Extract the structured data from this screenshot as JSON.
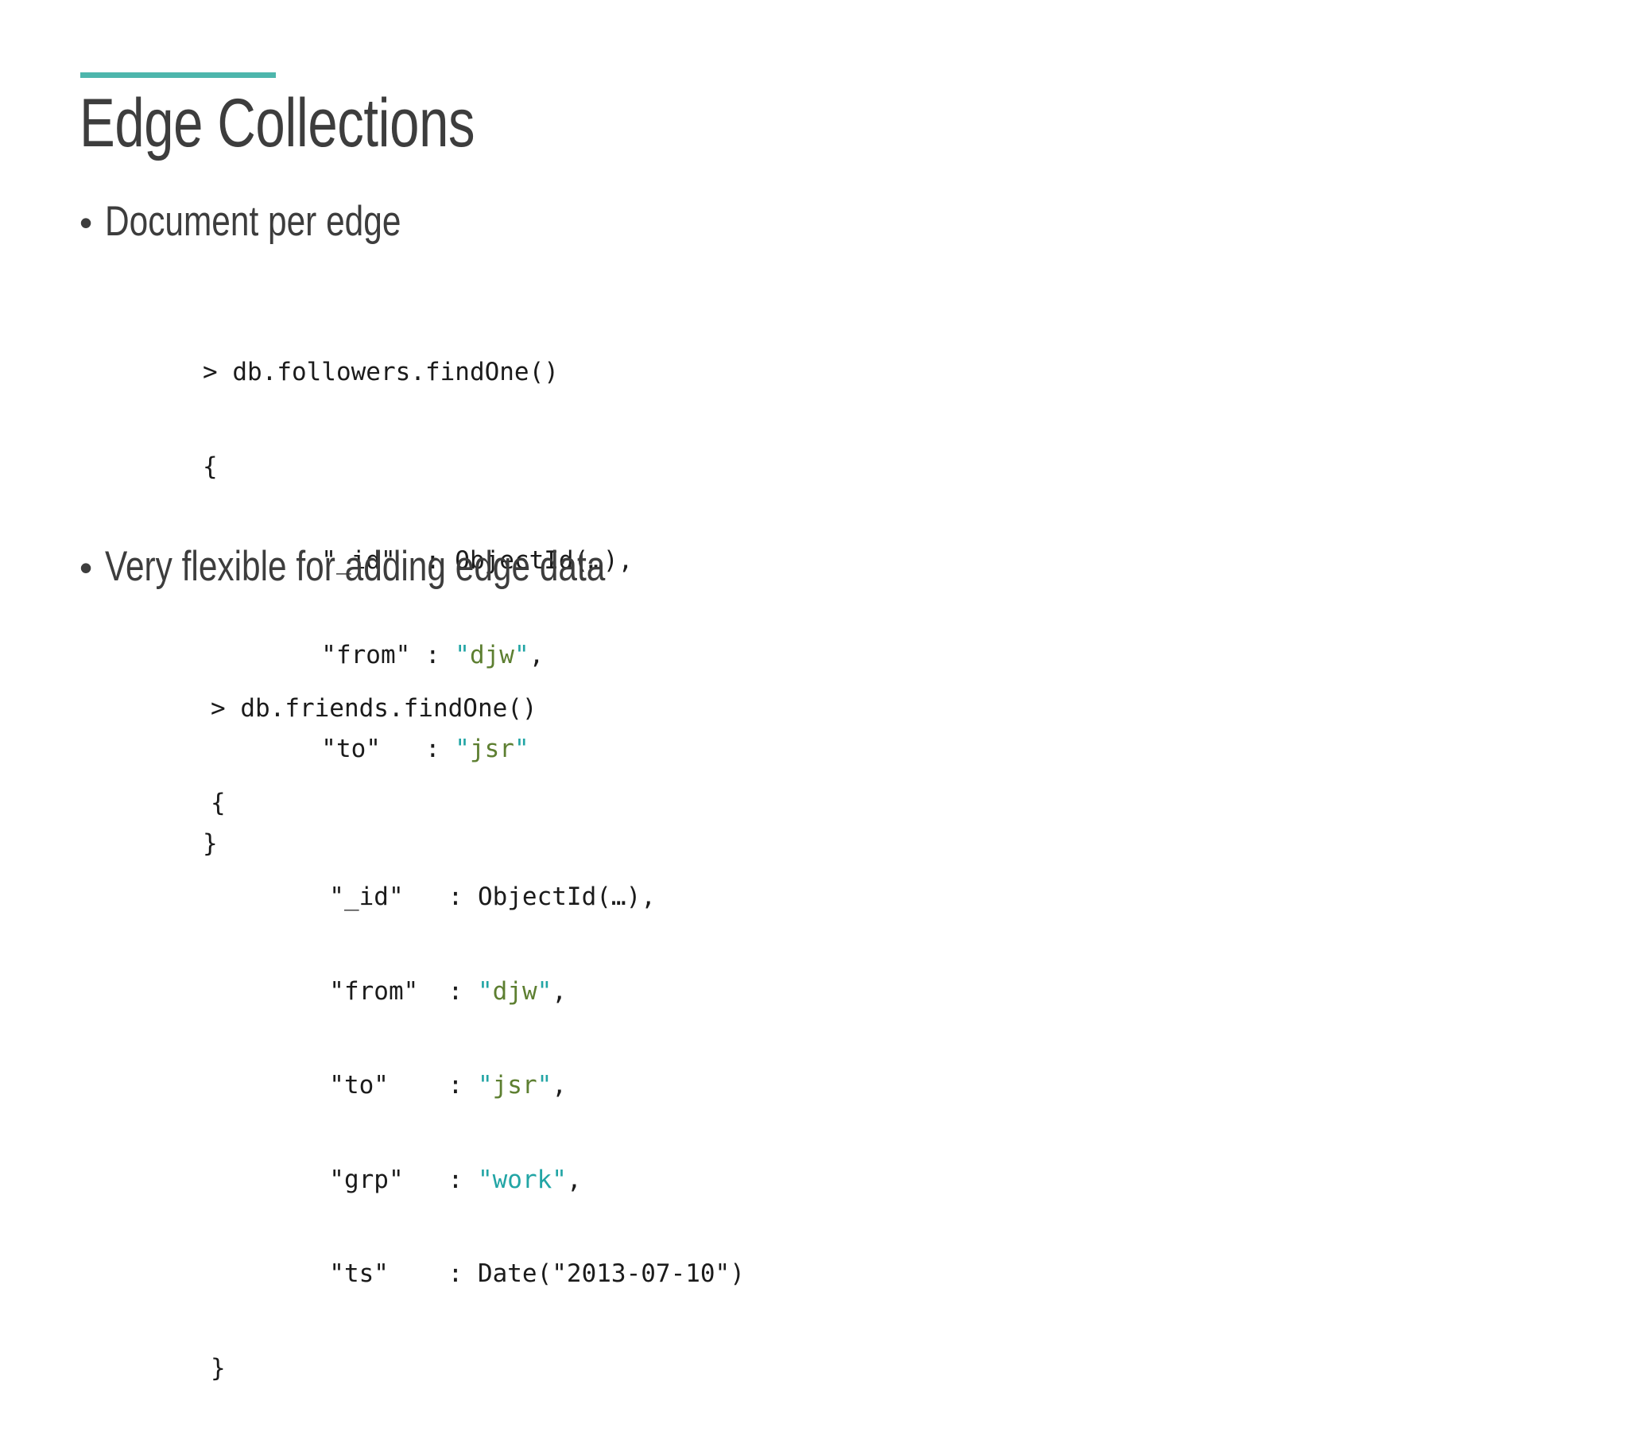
{
  "slide": {
    "title": "Edge Collections",
    "accent_color": "#4db6ac",
    "title_color": "#3d3d3d",
    "background_color": "#ffffff"
  },
  "bullets": [
    {
      "marker": "•",
      "text": "Document per edge"
    },
    {
      "marker": "•",
      "text": "Very flexible for adding edge data"
    }
  ],
  "code_blocks": [
    {
      "name": "followers-edge-document",
      "prompt": "> db.followers.findOne()",
      "open_brace": "{",
      "close_brace": "}",
      "fields": [
        {
          "key": "\"_id\"",
          "pad": "  ",
          "colon": ": ",
          "value_plain": "ObjectId(…),",
          "value_string": null,
          "trailing": ""
        },
        {
          "key": "\"from\"",
          "pad": " ",
          "colon": ": ",
          "value_plain": null,
          "value_string": "djw",
          "string_color": "olive",
          "trailing": ","
        },
        {
          "key": "\"to\"",
          "pad": "   ",
          "colon": ": ",
          "value_plain": null,
          "value_string": "jsr",
          "string_color": "olive",
          "trailing": ""
        }
      ],
      "lines": [
        "> db.followers.findOne()",
        "{",
        "        \"_id\"  : ObjectId(…),",
        "        \"from\" : \"djw\",",
        "        \"to\"   : \"jsr\"",
        "}"
      ]
    },
    {
      "name": "friends-edge-document",
      "prompt": "> db.friends.findOne()",
      "open_brace": "{",
      "close_brace": "}",
      "fields": [
        {
          "key": "\"_id\"",
          "pad": "   ",
          "colon": ": ",
          "value_plain": "ObjectId(…),",
          "value_string": null,
          "trailing": ""
        },
        {
          "key": "\"from\"",
          "pad": "  ",
          "colon": ": ",
          "value_plain": null,
          "value_string": "djw",
          "string_color": "olive",
          "trailing": ","
        },
        {
          "key": "\"to\"",
          "pad": "    ",
          "colon": ": ",
          "value_plain": null,
          "value_string": "jsr",
          "string_color": "olive",
          "trailing": ","
        },
        {
          "key": "\"grp\"",
          "pad": "   ",
          "colon": ": ",
          "value_plain": null,
          "value_string": "work",
          "string_color": "teal",
          "trailing": ","
        },
        {
          "key": "\"ts\"",
          "pad": "    ",
          "colon": ": ",
          "value_plain": "Date(\"2013-07-10\")",
          "value_string": null,
          "trailing": ""
        }
      ],
      "lines": [
        "> db.friends.findOne()",
        "{",
        "        \"_id\"   : ObjectId(…),",
        "        \"from\"  : \"djw\",",
        "        \"to\"    : \"jsr\",",
        "        \"grp\"   : \"work\",",
        "        \"ts\"    : Date(\"2013-07-10\")",
        "}"
      ]
    }
  ],
  "code_colors": {
    "string_quote": "#22a5a5",
    "string_olive": "#5d7f31",
    "string_teal": "#22a5a5",
    "plain": "#1b1b1b"
  }
}
